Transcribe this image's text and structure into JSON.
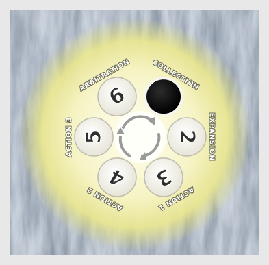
{
  "board": {
    "phases": [
      {
        "key": "arbitration",
        "label": "ARBITRATION",
        "number": "6",
        "token": "numbered"
      },
      {
        "key": "collection",
        "label": "COLLECTION",
        "number": "",
        "token": "black-marker"
      },
      {
        "key": "expansion",
        "label": "EXPANSION",
        "number": "2",
        "token": "numbered"
      },
      {
        "key": "action1",
        "label": "ACTION 1",
        "number": "3",
        "token": "numbered"
      },
      {
        "key": "action2",
        "label": "ACTION 2",
        "number": "4",
        "token": "numbered"
      },
      {
        "key": "action3",
        "label": "ACTION 3",
        "number": "5",
        "token": "numbered"
      }
    ],
    "center_icon": "cycle-arrows-icon",
    "colors": {
      "glow": "#f3f0b8",
      "glow_edge": "#e6e38a",
      "storm_dark": "#3e4a5a",
      "storm_light": "#c7d0dc",
      "token_fill": "#f4f3ea",
      "token_ring": "#bfbcae",
      "digit": "#2f2f2f",
      "marker": "#0a0a0a"
    }
  }
}
